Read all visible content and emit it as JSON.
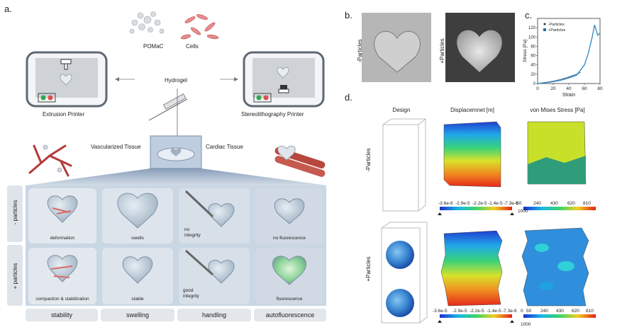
{
  "panel_a": {
    "label": "a.",
    "pomac": "POMaC",
    "cells": "Cells",
    "hydrogel": "Hydrogel",
    "extrusion_printer": "Extrusion Printer",
    "sla_printer": "Stereolithography Printer",
    "vascularized_tissue": "Vascularized Tissue",
    "cardiac_tissue": "Cardiac Tissue",
    "row_minus": "- particles",
    "row_plus": "+ particles",
    "cells_text": {
      "r1c1": "deformation",
      "r1c2": "swells",
      "r1c3a": "no",
      "r1c3b": "integrity",
      "r1c4": "no fluorescence",
      "r2c1": "compaction & stabilization",
      "r2c2": "stable",
      "r2c3a": "good",
      "r2c3b": "integrity",
      "r2c4": "fluorescence"
    },
    "columns": [
      "stability",
      "swelling",
      "handling",
      "autofluorescence"
    ]
  },
  "panel_b": {
    "label": "b.",
    "minus": "-Particles",
    "plus": "+Particles"
  },
  "panel_c": {
    "label": "c.",
    "chart_data": {
      "type": "line",
      "xlabel": "Strain",
      "ylabel": "Stress [Pa]",
      "xlim": [
        0,
        80
      ],
      "ylim": [
        0,
        140
      ],
      "xticks": [
        0,
        20,
        40,
        60,
        80
      ],
      "yticks": [
        0,
        20,
        40,
        60,
        80,
        100,
        120
      ],
      "legend": [
        "-Particles",
        "+Particles"
      ],
      "series": [
        {
          "name": "-Particles",
          "x": [
            0,
            10,
            20,
            30,
            40,
            50,
            55
          ],
          "y": [
            0,
            2,
            5,
            9,
            14,
            20,
            24
          ]
        },
        {
          "name": "+Particles",
          "x": [
            0,
            10,
            20,
            30,
            40,
            50,
            60,
            65,
            70,
            73,
            77,
            80
          ],
          "y": [
            0,
            2,
            4,
            7,
            12,
            18,
            40,
            65,
            100,
            126,
            104,
            108
          ]
        }
      ]
    }
  },
  "panel_d": {
    "label": "d.",
    "col_design": "Design",
    "col_disp": "Displacemnet [m]",
    "col_stress": "von Mises Stress [Pa]",
    "row_minus": "-Particles",
    "row_plus": "+Particles",
    "disp_ticks": [
      "-3.6e-6",
      "-2.9e-5",
      "-2.2e-5",
      "-1.4e-5",
      "-7.3e-6"
    ],
    "disp_ticks2": [
      "-3.6e-5",
      "-2.9e-5",
      "-2.2e-5",
      "-1.4e-5",
      "-7.3e-6"
    ],
    "stress_ticks": [
      "50",
      "240",
      "430",
      "620",
      "810"
    ],
    "stress_ticks2": [
      "0",
      "50",
      "240",
      "430",
      "620",
      "810"
    ],
    "stress_max": "1000"
  }
}
